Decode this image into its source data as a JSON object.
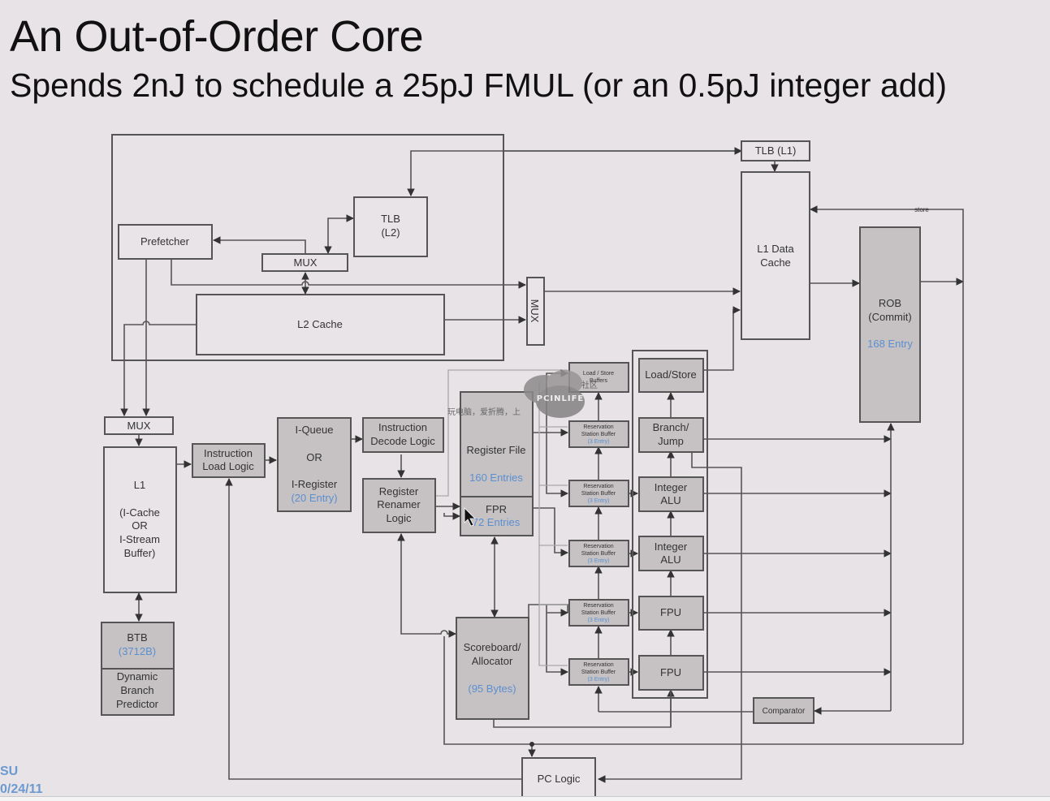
{
  "slide": {
    "title": "An Out-of-Order Core",
    "subtitle": "Spends 2nJ to schedule a 25pJ FMUL (or an 0.5pJ integer add)",
    "footer_org": "SU",
    "footer_date": "0/24/11"
  },
  "colors": {
    "background": "#e8e3e6",
    "box_fill_plain": "#e9e4e7",
    "box_fill_gray": "#c6c2c4",
    "accent_blue": "#5b8fd0",
    "line": "#555555"
  },
  "blocks": {
    "tlb_l1": {
      "label": "TLB (L1)"
    },
    "tlb_l2": {
      "line1": "TLB",
      "line2": "(L2)"
    },
    "prefetcher": {
      "label": "Prefetcher"
    },
    "mux_top": {
      "label": "MUX"
    },
    "l2_cache": {
      "label": "L2 Cache"
    },
    "mux_vertical": {
      "label": "MUX"
    },
    "l1_data_cache": {
      "line1": "L1 Data",
      "line2": "Cache"
    },
    "rob": {
      "line1": "ROB",
      "line2": "(Commit)",
      "size": "168 Entry"
    },
    "store_label": "store",
    "mux_left": {
      "label": "MUX"
    },
    "l1_icache": {
      "line1": "L1",
      "line2": "(I-Cache",
      "line3": "OR",
      "line4": "I-Stream",
      "line5": "Buffer)"
    },
    "instruction_load_logic": {
      "line1": "Instruction",
      "line2": "Load Logic"
    },
    "iqueue": {
      "line1": "I-Queue",
      "line2": "OR",
      "line3": "I-Register",
      "size": "(20 Entry)"
    },
    "instruction_decode": {
      "line1": "Instruction",
      "line2": "Decode Logic"
    },
    "register_renamer": {
      "line1": "Register",
      "line2": "Renamer",
      "line3": "Logic"
    },
    "register_file": {
      "label": "Register File",
      "size": "160 Entries"
    },
    "fpr": {
      "label": "FPR",
      "size": "72 Entries"
    },
    "scoreboard": {
      "line1": "Scoreboard/",
      "line2": "Allocator",
      "size": "(95 Bytes)"
    },
    "load_store_buffers": {
      "line1": "Load / Store",
      "line2": "Buffers"
    },
    "reservation_stations": [
      {
        "line1": "Reservation",
        "line2": "Station Buffer",
        "size": "(3 Entry)"
      },
      {
        "line1": "Reservation",
        "line2": "Station Buffer",
        "size": "(3 Entry)"
      },
      {
        "line1": "Reservation",
        "line2": "Station Buffer",
        "size": "(3 Entry)"
      },
      {
        "line1": "Reservation",
        "line2": "Station Buffer",
        "size": "(3 Entry)"
      },
      {
        "line1": "Reservation",
        "line2": "Station Buffer",
        "size": "(3 Entry)"
      }
    ],
    "exec_units": {
      "load_store": {
        "label": "Load/Store"
      },
      "branch_jump": {
        "line1": "Branch/",
        "line2": "Jump"
      },
      "int_alu_1": {
        "line1": "Integer",
        "line2": "ALU"
      },
      "int_alu_2": {
        "line1": "Integer",
        "line2": "ALU"
      },
      "fpu_1": {
        "label": "FPU"
      },
      "fpu_2": {
        "label": "FPU"
      }
    },
    "btb": {
      "label": "BTB",
      "size": "(3712B)"
    },
    "dynamic_branch_predictor": {
      "line1": "Dynamic",
      "line2": "Branch",
      "line3": "Predictor"
    },
    "comparator": {
      "label": "Comparator"
    },
    "pc_logic": {
      "label": "PC Logic"
    }
  },
  "watermark": {
    "brand": "PCINLIFE",
    "text_left": "玩电脑，爱折腾，上",
    "text_right": "社区"
  }
}
